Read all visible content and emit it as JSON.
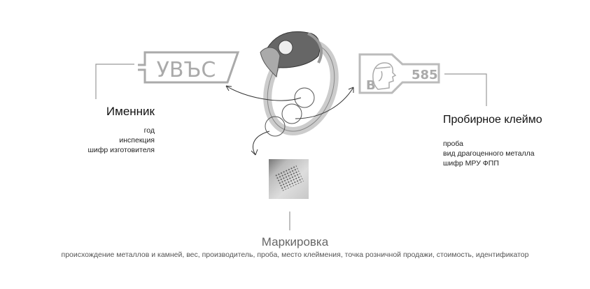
{
  "diagram": {
    "left_stamp": {
      "stamp_text": "УВЪС",
      "title": "Именник",
      "items": [
        "год",
        "инспекция",
        "шифр изготовителя"
      ]
    },
    "right_stamp": {
      "stamp_letter": "В",
      "stamp_number": "585",
      "title": "Пробирное клеймо",
      "items": [
        "проба",
        "вид драгоценного металла",
        "шифр МРУ ФПП"
      ]
    },
    "bottom": {
      "title": "Маркировка",
      "description": "происхождение металлов и камней, вес, производитель, проба, место клеймения, точка розничной продажи, стоимость, идентификатор"
    },
    "colors": {
      "stamp_outline": "#aaaaaa",
      "connector_line": "#999999",
      "arrow": "#333333"
    }
  }
}
